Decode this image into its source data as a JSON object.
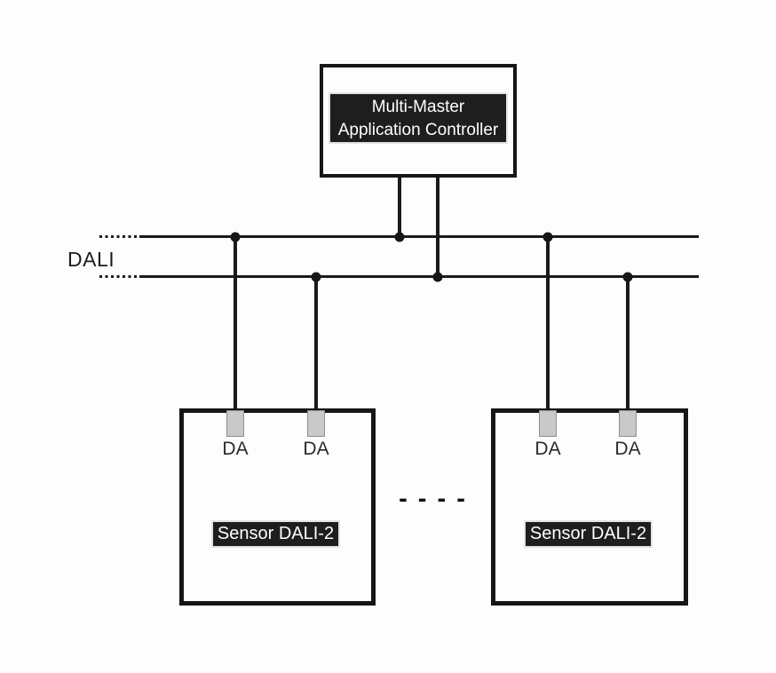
{
  "controller": {
    "label_line1": "Multi-Master",
    "label_line2": "Application Controller"
  },
  "bus": {
    "label": "DALI",
    "wires": 2
  },
  "sensors": [
    {
      "label": "Sensor DALI-2",
      "terminals": [
        "DA",
        "DA"
      ]
    },
    {
      "label": "Sensor DALI-2",
      "terminals": [
        "DA",
        "DA"
      ]
    }
  ],
  "continuation": {
    "label": "- - - -"
  },
  "colors": {
    "background": "#fdfdfd",
    "line": "#1a1a1a",
    "label_box_bg": "#1e1e1e",
    "label_box_text": "#ffffff",
    "terminal_fill": "#c9c9c9",
    "terminal_border": "#8f8f8f"
  }
}
